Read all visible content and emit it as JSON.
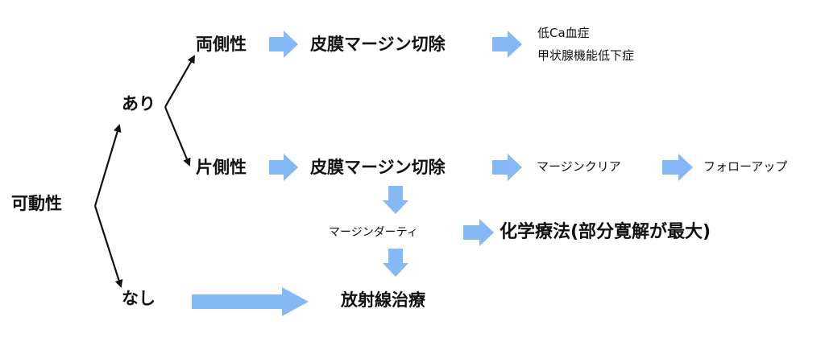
{
  "nodes": {
    "mobility": "可動性",
    "yes": "あり",
    "no": "なし",
    "bilateral": "両側性",
    "unilateral": "片側性",
    "excision_top": "皮膜マージン切除",
    "excision_mid": "皮膜マージン切除",
    "complications_line1": "低Ca血症",
    "complications_line2": "甲状腺機能低下症",
    "margin_clear": "マージンクリア",
    "follow_up": "フォローアップ",
    "margin_dirty": "マージンダーティ",
    "chemo": "化学療法(部分寛解が最大)",
    "radiation": "放射線治療"
  },
  "colors": {
    "arrow_fill": "#84B9F5",
    "line": "#111111",
    "text": "#111111"
  }
}
